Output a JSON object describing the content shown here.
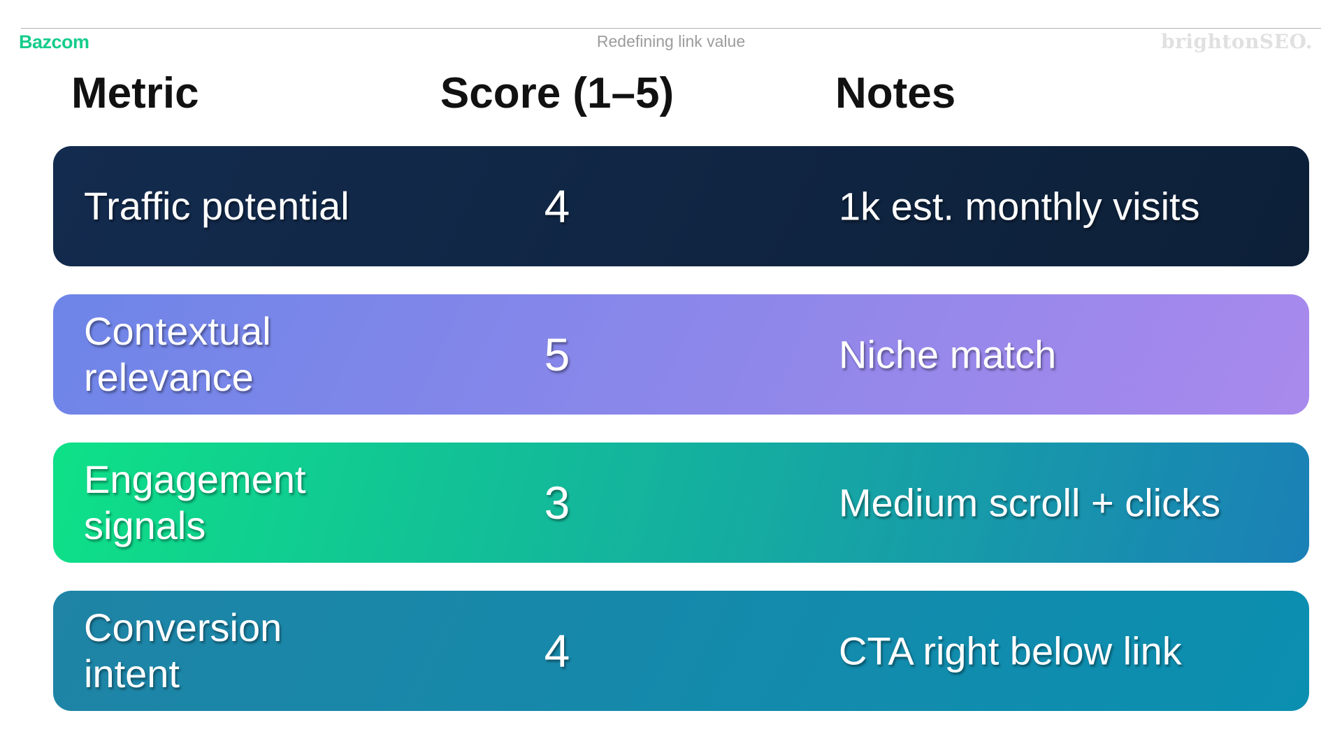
{
  "header": {
    "logo_text": "Bazcom",
    "logo_color": "#15cd8b",
    "deck_title": "Redefining link value",
    "brand_right": "brightonSEO.",
    "brand_right_color": "#e0e0e0",
    "rule_color": "#b0b0b0"
  },
  "table": {
    "columns": [
      "Metric",
      "Score (1–5)",
      "Notes"
    ],
    "rows": [
      {
        "metric": "Traffic potential",
        "score": "4",
        "notes": "1k est. monthly visits",
        "bg": {
          "angle": "115deg",
          "from": "#132b4e",
          "to": "#0d2038"
        }
      },
      {
        "metric": "Contextual relevance",
        "score": "5",
        "notes": "Niche match",
        "bg": {
          "angle": "115deg",
          "from": "#6e85e8",
          "to": "#a989ec"
        }
      },
      {
        "metric": "Engagement signals",
        "score": "3",
        "notes": "Medium scroll + clicks",
        "bg": {
          "angle": "105deg",
          "from": "#0ee187",
          "to": "#1a80b6"
        }
      },
      {
        "metric": "Conversion intent",
        "score": "4",
        "notes": "CTA right below link",
        "bg": {
          "angle": "115deg",
          "from": "#1f84a6",
          "to": "#0b8fb0"
        }
      }
    ]
  },
  "chart_data": {
    "type": "table",
    "title": "Redefining link value",
    "columns": [
      "Metric",
      "Score (1–5)",
      "Notes"
    ],
    "rows": [
      [
        "Traffic potential",
        4,
        "1k est. monthly visits"
      ],
      [
        "Contextual relevance",
        5,
        "Niche match"
      ],
      [
        "Engagement signals",
        3,
        "Medium scroll + clicks"
      ],
      [
        "Conversion intent",
        4,
        "CTA right below link"
      ]
    ],
    "score_range": [
      1,
      5
    ]
  }
}
